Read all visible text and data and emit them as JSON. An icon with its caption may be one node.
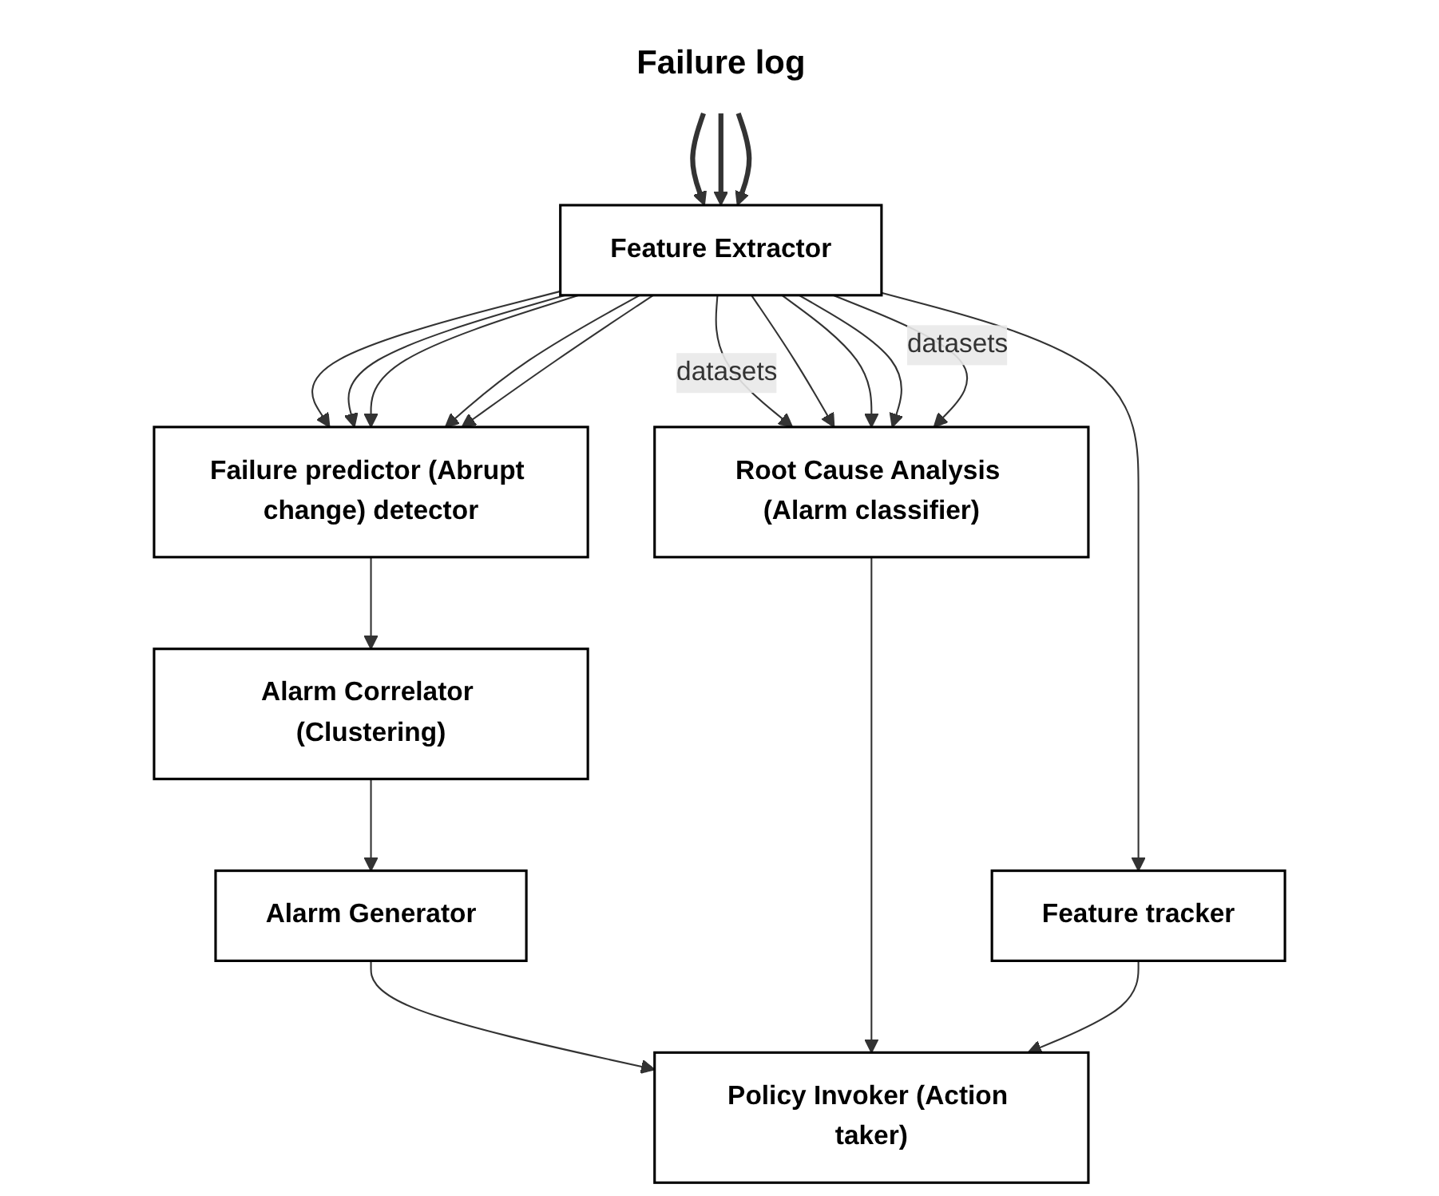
{
  "diagram": {
    "nodes": [
      {
        "text": [
          "Failure log"
        ]
      },
      {
        "text": [
          "Feature Extractor"
        ]
      },
      {
        "text": [
          "Root Cause Analysis (Alarm classifier)"
        ]
      },
      {
        "text": [
          "Failure predictor (Abrupt change) detector"
        ]
      },
      {
        "text": [
          "Alarm Correlator (Clustering)"
        ]
      },
      {
        "text": [
          "Alarm Generator"
        ]
      },
      {
        "text": [
          "Feature tracker"
        ]
      },
      {
        "text": [
          "Policy Invoker (Action taker)"
        ]
      }
    ],
    "edges": [
      {
        "from": 0,
        "to": 1,
        "arrow": "to",
        "style": "thick"
      },
      {
        "from": 0,
        "to": 1,
        "arrow": "to",
        "style": "thick"
      },
      {
        "from": 0,
        "to": 1,
        "arrow": "to",
        "style": "thick"
      },
      {
        "from": 1,
        "to": 2,
        "arrow": "to",
        "label": "datasets"
      },
      {
        "from": 1,
        "to": 2,
        "arrow": "to"
      },
      {
        "from": 1,
        "to": 2,
        "arrow": "to"
      },
      {
        "from": 1,
        "to": 2,
        "arrow": "to"
      },
      {
        "from": 1,
        "to": 2,
        "arrow": "to",
        "label": "datasets"
      },
      {
        "from": 1,
        "to": 3,
        "arrow": "to"
      },
      {
        "from": 1,
        "to": 3,
        "arrow": "to"
      },
      {
        "from": 1,
        "to": 3,
        "arrow": "to"
      },
      {
        "from": 1,
        "to": 3,
        "arrow": "to"
      },
      {
        "from": 1,
        "to": 3,
        "arrow": "to"
      },
      {
        "from": 1,
        "to": 6,
        "arrow": "to"
      },
      {
        "from": 3,
        "to": 4,
        "arrow": "to"
      },
      {
        "from": 4,
        "to": 5,
        "arrow": "to"
      },
      {
        "from": 5,
        "to": 7,
        "arrow": "to"
      },
      {
        "from": 2,
        "to": 7,
        "arrow": "to"
      },
      {
        "from": 6,
        "to": 7,
        "arrow": "to"
      }
    ]
  }
}
